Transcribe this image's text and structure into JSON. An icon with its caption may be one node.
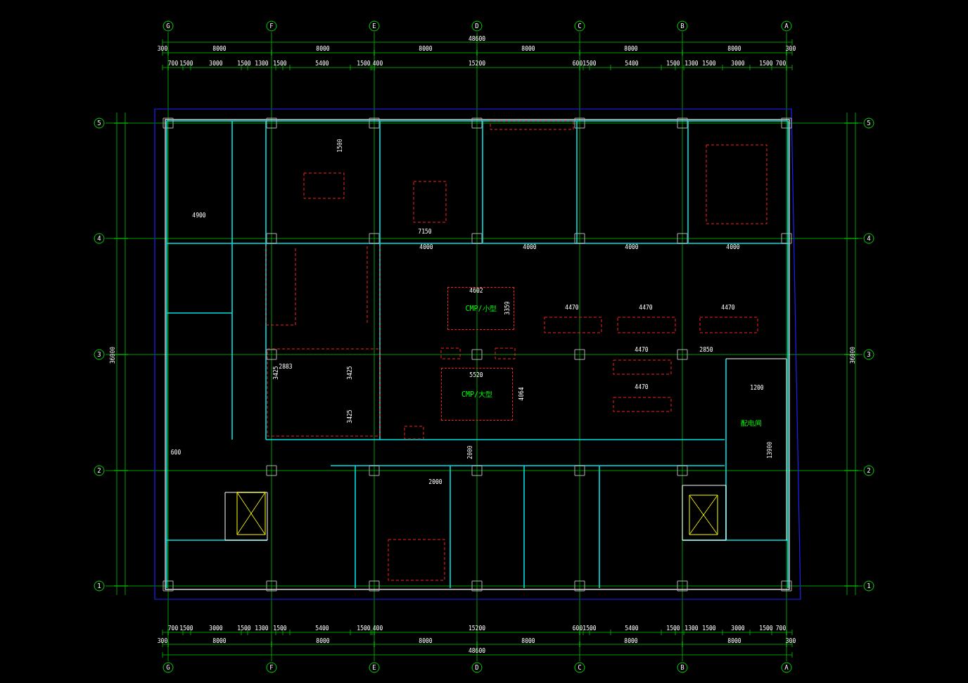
{
  "diagram": {
    "nodes": [
      {
        "text": [
          "CMP/小型"
        ]
      },
      {
        "text": [
          "CMP/大型"
        ]
      }
    ],
    "labels": [
      "G",
      "F",
      "E",
      "D",
      "C",
      "B",
      "A",
      "48600",
      "300",
      "8000",
      "8000",
      "8000",
      "8000",
      "8000",
      "8000",
      "300",
      "700",
      "1500",
      "3000",
      "1500",
      "1300",
      "1500",
      "5400",
      "1500",
      "400",
      "15200",
      "600",
      "1500",
      "5400",
      "1500",
      "1300",
      "1500",
      "3000",
      "1500",
      "700",
      "5",
      "4",
      "3",
      "2",
      "1",
      "5",
      "4",
      "3",
      "2",
      "1",
      "36000",
      "36000",
      "1500",
      "4000",
      "4000",
      "4000",
      "4000",
      "7150",
      "4900",
      "4602",
      "3359",
      "4470",
      "4470",
      "4470",
      "4470",
      "2850",
      "5520",
      "4064",
      "4470",
      "2883",
      "3425",
      "3425",
      "3425",
      "1200",
      "配电间",
      "600",
      "2000",
      "13900",
      "2000",
      "700",
      "1500",
      "3000",
      "1500",
      "1300",
      "1500",
      "5400",
      "1500",
      "400",
      "15200",
      "600",
      "1500",
      "5400",
      "1500",
      "1300",
      "1500",
      "3000",
      "1500",
      "700",
      "300",
      "8000",
      "8000",
      "8000",
      "8000",
      "8000",
      "8000",
      "300",
      "48600",
      "G",
      "F",
      "E",
      "D",
      "C",
      "B",
      "A"
    ]
  }
}
